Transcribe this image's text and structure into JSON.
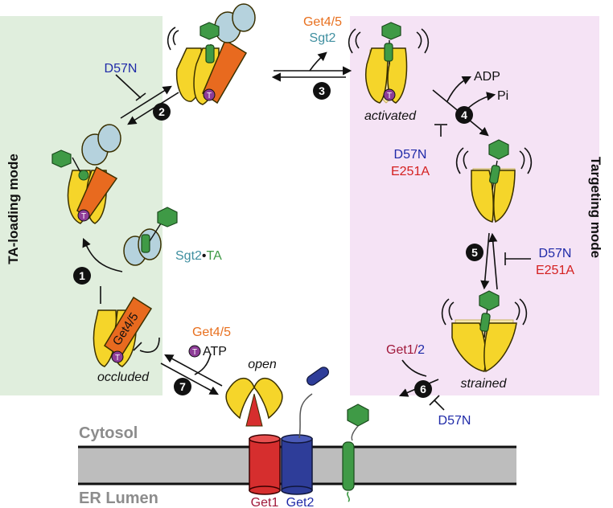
{
  "colors": {
    "loading_bg": "#e0eedd",
    "targeting_bg": "#f5e3f5",
    "get3": "#f5d52a",
    "get3_stroke": "#3a3000",
    "get45": "#e86a1f",
    "sgt2": "#b5d2dd",
    "ta": "#3f9a46",
    "tbadge": "#8e3d98",
    "membrane": "#bdbdbd",
    "get1": "#d62e2e",
    "get2": "#2e3d99",
    "mut_blue": "#1f2aa8",
    "mut_red": "#d42020",
    "label_orange": "#e8701f",
    "label_teal": "#3f8fa0",
    "label_get1": "#a0183a",
    "label_gray": "#8c8c8c"
  },
  "modes": {
    "loading": "TA-loading mode",
    "targeting": "Targeting mode"
  },
  "compartments": {
    "cytosol": "Cytosol",
    "lumen": "ER Lumen"
  },
  "steps": [
    "1",
    "2",
    "3",
    "4",
    "5",
    "6",
    "7"
  ],
  "badge_letter": "T",
  "labels": {
    "d57n_2": "D57N",
    "get45_3": "Get4/5",
    "sgt2_3": "Sgt2",
    "adp": "ADP",
    "pi": "Pi",
    "activated": "activated",
    "d57n_4": "D57N",
    "e251a_4": "E251A",
    "sgt2ta_sgt2": "Sgt2",
    "sgt2ta_dot": "•",
    "sgt2ta_ta": "TA",
    "d57n_5": "D57N",
    "e251a_5": "E251A",
    "get45_7": "Get4/5",
    "atp": "ATP",
    "occluded": "occluded",
    "open": "open",
    "get4_5_protein": "Get4/5",
    "get12_a": "Get1/",
    "get12_b": "2",
    "strained": "strained",
    "d57n_6": "D57N",
    "get1": "Get1",
    "get2": "Get2"
  }
}
